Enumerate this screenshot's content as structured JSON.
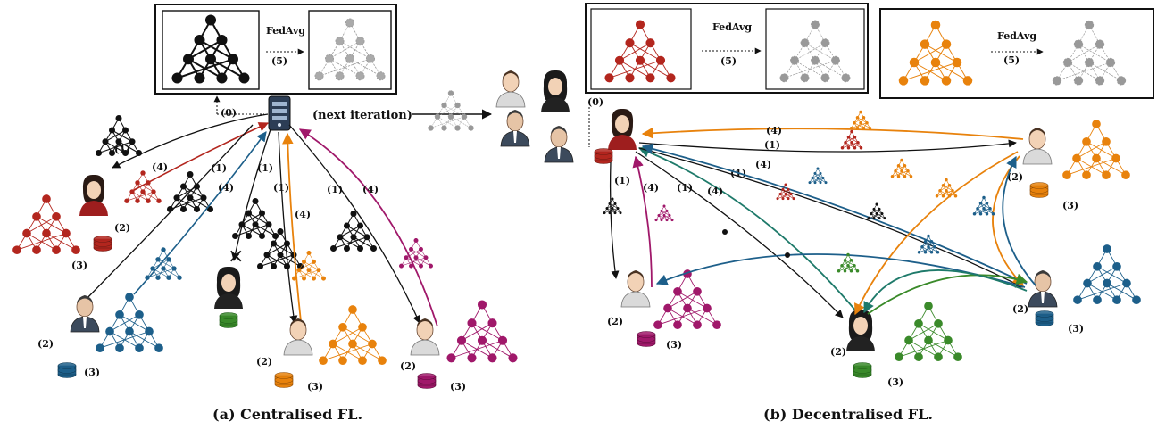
{
  "labels": {
    "fedavg": "FedAvg",
    "step0": "(0)",
    "step1": "(1)",
    "step2": "(2)",
    "step3": "(3)",
    "step4": "(4)",
    "step5": "(5)",
    "next_iteration": "(next iteration)"
  },
  "captions": {
    "a": "(a) Centralised FL.",
    "b": "(b) Decentralised FL."
  },
  "colors": {
    "red": "#b3261e",
    "orange": "#e8820c",
    "blue": "#1d5f8a",
    "magenta": "#a0186a",
    "green": "#3a8a2a",
    "teal": "#1e7a6a",
    "black": "#111111",
    "grey": "#8a8a8a"
  }
}
